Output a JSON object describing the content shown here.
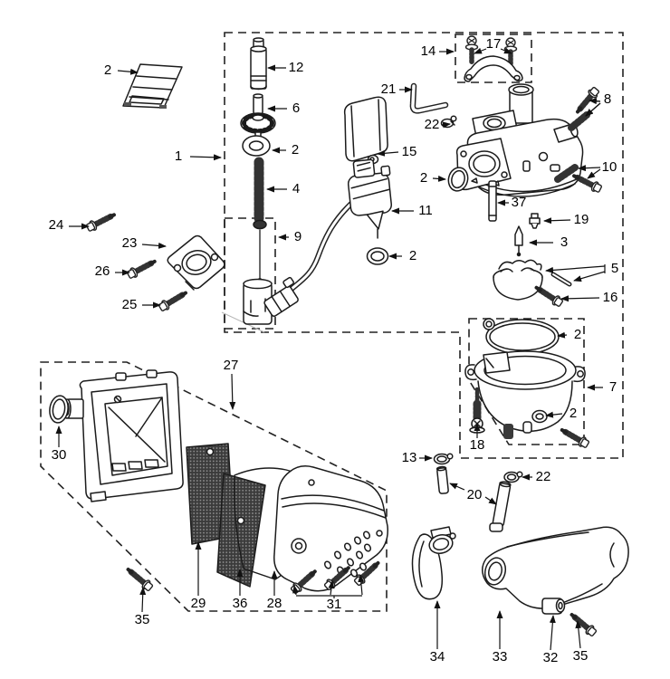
{
  "diagram": {
    "type": "exploded-parts-diagram",
    "subject": "carburetor-and-air-cleaner-assembly",
    "background_color": "#ffffff",
    "line_color": "#1a1a1a",
    "labels": [
      {
        "n": "2",
        "part": "gasket-sheet"
      },
      {
        "n": "1",
        "part": "carburetor-assembly"
      },
      {
        "n": "12",
        "part": "throttle-slide"
      },
      {
        "n": "6",
        "part": "adjuster-nut"
      },
      {
        "n": "2",
        "part": "washer"
      },
      {
        "n": "4",
        "part": "throttle-spring"
      },
      {
        "n": "9",
        "part": "jet-needle-set"
      },
      {
        "n": "24",
        "part": "stud-bolt"
      },
      {
        "n": "23",
        "part": "intake-manifold"
      },
      {
        "n": "26",
        "part": "screw"
      },
      {
        "n": "25",
        "part": "screw"
      },
      {
        "n": "21",
        "part": "vent-hose"
      },
      {
        "n": "22",
        "part": "clamp"
      },
      {
        "n": "15",
        "part": "rubber-cap"
      },
      {
        "n": "2",
        "part": "o-ring"
      },
      {
        "n": "11",
        "part": "auto-choke"
      },
      {
        "n": "2",
        "part": "o-ring"
      },
      {
        "n": "14",
        "part": "bracket-set"
      },
      {
        "n": "17",
        "part": "bracket-screws"
      },
      {
        "n": "8",
        "part": "screw-and-spring"
      },
      {
        "n": "10",
        "part": "mixture-screw-and-spring"
      },
      {
        "n": "37",
        "part": "pin"
      },
      {
        "n": "19",
        "part": "main-jet"
      },
      {
        "n": "3",
        "part": "float-needle"
      },
      {
        "n": "5",
        "part": "float-and-pin"
      },
      {
        "n": "16",
        "part": "screw"
      },
      {
        "n": "2",
        "part": "bowl-gasket"
      },
      {
        "n": "7",
        "part": "float-bowl-kit"
      },
      {
        "n": "2",
        "part": "o-ring"
      },
      {
        "n": "18",
        "part": "drain-screw"
      },
      {
        "n": "13",
        "part": "hose-clamp"
      },
      {
        "n": "20",
        "part": "overflow-tube"
      },
      {
        "n": "22",
        "part": "hose-clamp"
      },
      {
        "n": "27",
        "part": "air-cleaner-case"
      },
      {
        "n": "30",
        "part": "o-ring"
      },
      {
        "n": "29",
        "part": "filter-element"
      },
      {
        "n": "36",
        "part": "filter-frame"
      },
      {
        "n": "28",
        "part": "air-cleaner-cover"
      },
      {
        "n": "31",
        "part": "cover-screws"
      },
      {
        "n": "35",
        "part": "screw"
      },
      {
        "n": "34",
        "part": "intake-duct"
      },
      {
        "n": "33",
        "part": "intake-snorkel"
      },
      {
        "n": "32",
        "part": "grommet"
      },
      {
        "n": "35",
        "part": "screw"
      }
    ]
  }
}
